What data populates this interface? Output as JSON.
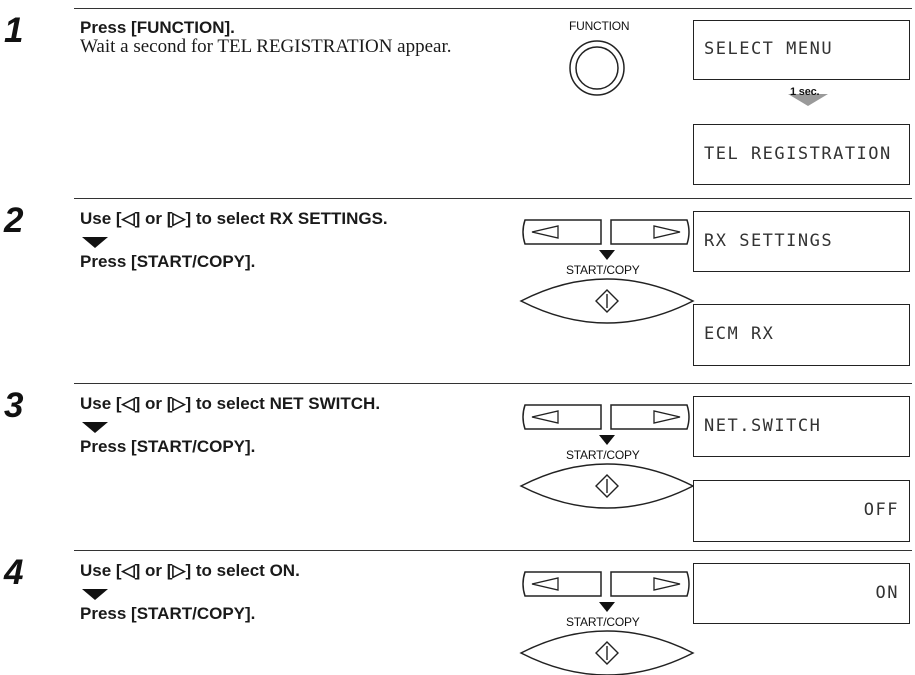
{
  "steps": [
    {
      "number": "1",
      "title": "Press [FUNCTION].",
      "note": "Wait a second for TEL REGISTRATION appear.",
      "button_label": "FUNCTION",
      "display_before": "SELECT MENU",
      "delay_label": "1 sec.",
      "display_after": "TEL REGISTRATION"
    },
    {
      "number": "2",
      "instruction": "Use [◁] or [▷] to select RX SETTINGS.",
      "action": "Press [START/COPY].",
      "button_label": "START/COPY",
      "display_before": "RX SETTINGS",
      "display_after": "ECM RX"
    },
    {
      "number": "3",
      "instruction": "Use [◁] or [▷] to select NET SWITCH.",
      "action": "Press [START/COPY].",
      "button_label": "START/COPY",
      "display_before": "NET.SWITCH",
      "display_after": "OFF"
    },
    {
      "number": "4",
      "instruction": "Use [◁] or [▷] to select ON.",
      "action": "Press [START/COPY].",
      "button_label": "START/COPY",
      "display_before": "ON"
    }
  ]
}
